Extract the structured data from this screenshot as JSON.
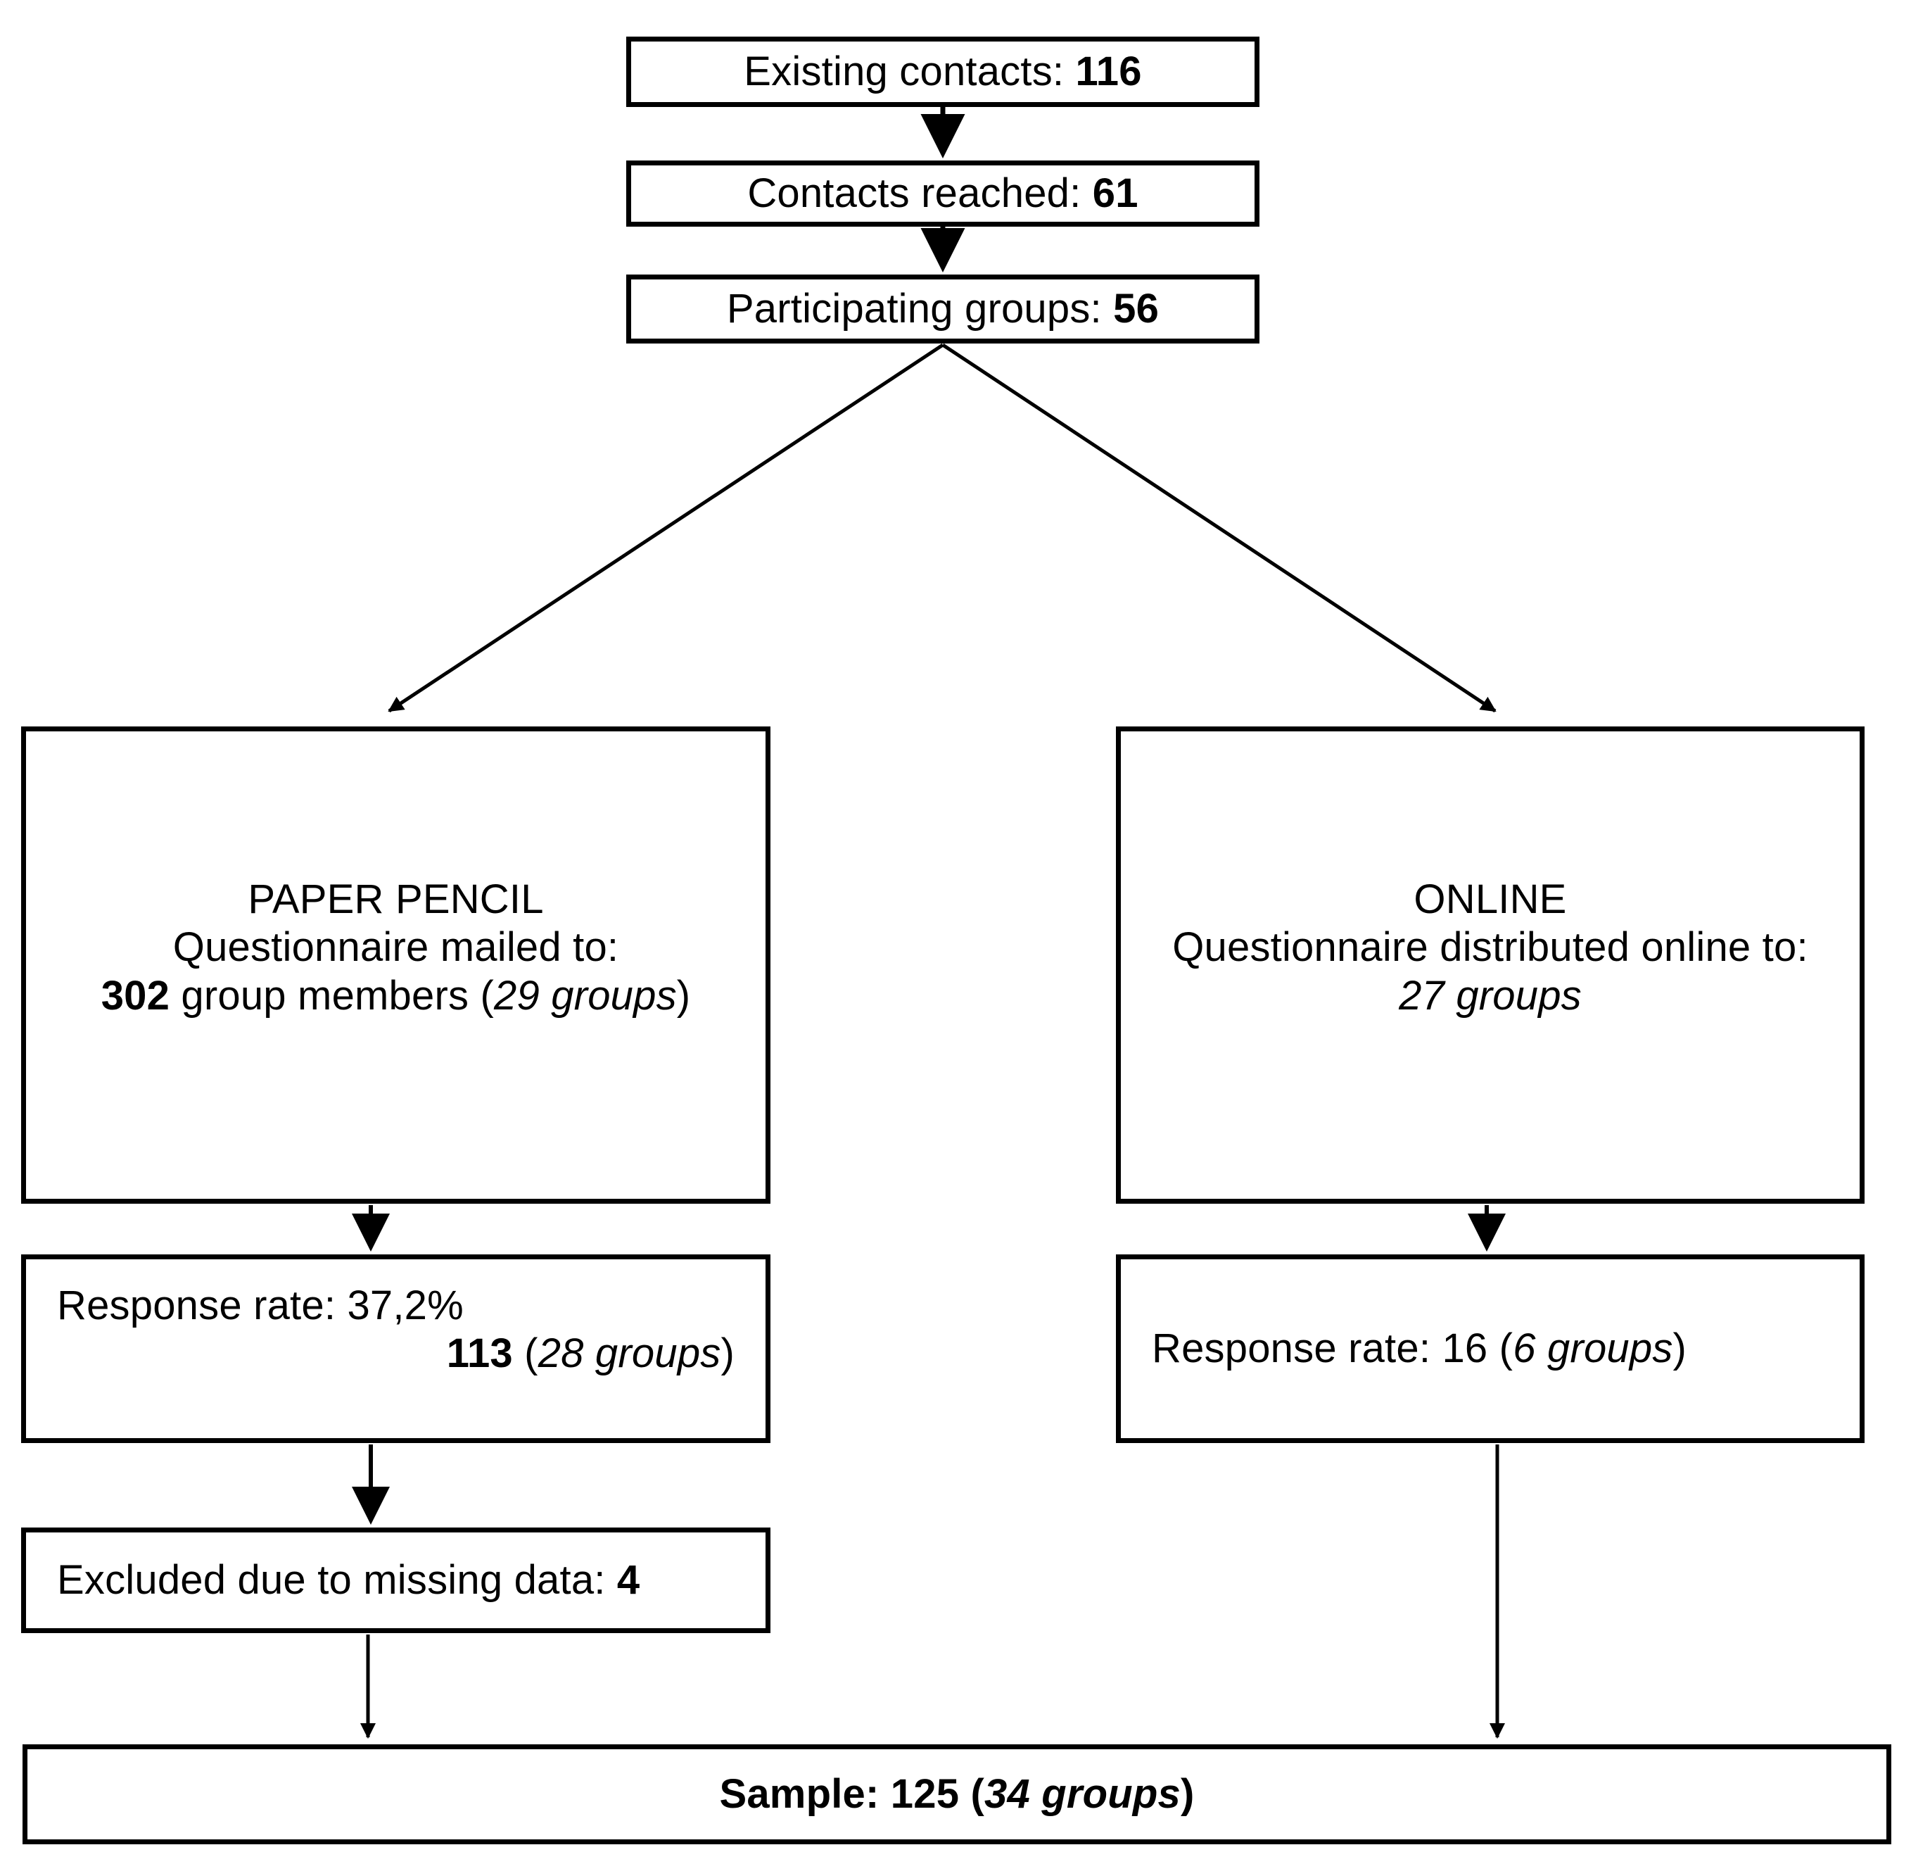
{
  "diagram": {
    "title": "Participant recruitment and sampling flowchart",
    "type": "flowchart",
    "colors": {
      "background": "#ffffff",
      "stroke": "#000000",
      "text": "#000000"
    },
    "nodes": {
      "existing_contacts": {
        "label_prefix": "Existing contacts: ",
        "value": "116"
      },
      "contacts_reached": {
        "label_prefix": "Contacts reached: ",
        "value": "61"
      },
      "participating_groups": {
        "label_prefix": "Participating groups: ",
        "value": "56"
      },
      "paper_pencil": {
        "heading": "PAPER PENCIL",
        "subheading": "Questionnaire mailed to:",
        "count": "302",
        "count_suffix": " group members (",
        "groups": "29 groups",
        "close_paren": ")"
      },
      "online": {
        "heading": "ONLINE",
        "subheading": "Questionnaire distributed online to:",
        "groups": "27 groups"
      },
      "response_paper": {
        "line1": "Response rate: 37,2%",
        "count": "113",
        "separator": " (",
        "groups": "28 groups",
        "close_paren": ")"
      },
      "response_online": {
        "prefix": "Response rate: 16 (",
        "groups": "6 groups",
        "close_paren": ")"
      },
      "excluded": {
        "label_prefix": "Excluded due to missing data: ",
        "value": "4"
      },
      "sample": {
        "label_prefix": "Sample: 125 (",
        "groups": "34 groups",
        "close_paren": ")"
      }
    },
    "edges": [
      {
        "name": "existing-to-reached",
        "from": "existing_contacts",
        "to": "contacts_reached",
        "style": "arrow-down"
      },
      {
        "name": "reached-to-participating",
        "from": "contacts_reached",
        "to": "participating_groups",
        "style": "arrow-down"
      },
      {
        "name": "participating-to-paper",
        "from": "participating_groups",
        "to": "paper_pencil",
        "style": "arrow-diagonal-left"
      },
      {
        "name": "participating-to-online",
        "from": "participating_groups",
        "to": "online",
        "style": "arrow-diagonal-right"
      },
      {
        "name": "paper-to-response",
        "from": "paper_pencil",
        "to": "response_paper",
        "style": "arrow-down"
      },
      {
        "name": "online-to-response",
        "from": "online",
        "to": "response_online",
        "style": "arrow-down"
      },
      {
        "name": "response-paper-to-excluded",
        "from": "response_paper",
        "to": "excluded",
        "style": "arrow-down"
      },
      {
        "name": "excluded-to-sample",
        "from": "excluded",
        "to": "sample",
        "style": "arrow-down"
      },
      {
        "name": "response-online-to-sample",
        "from": "response_online",
        "to": "sample",
        "style": "arrow-down"
      }
    ]
  }
}
